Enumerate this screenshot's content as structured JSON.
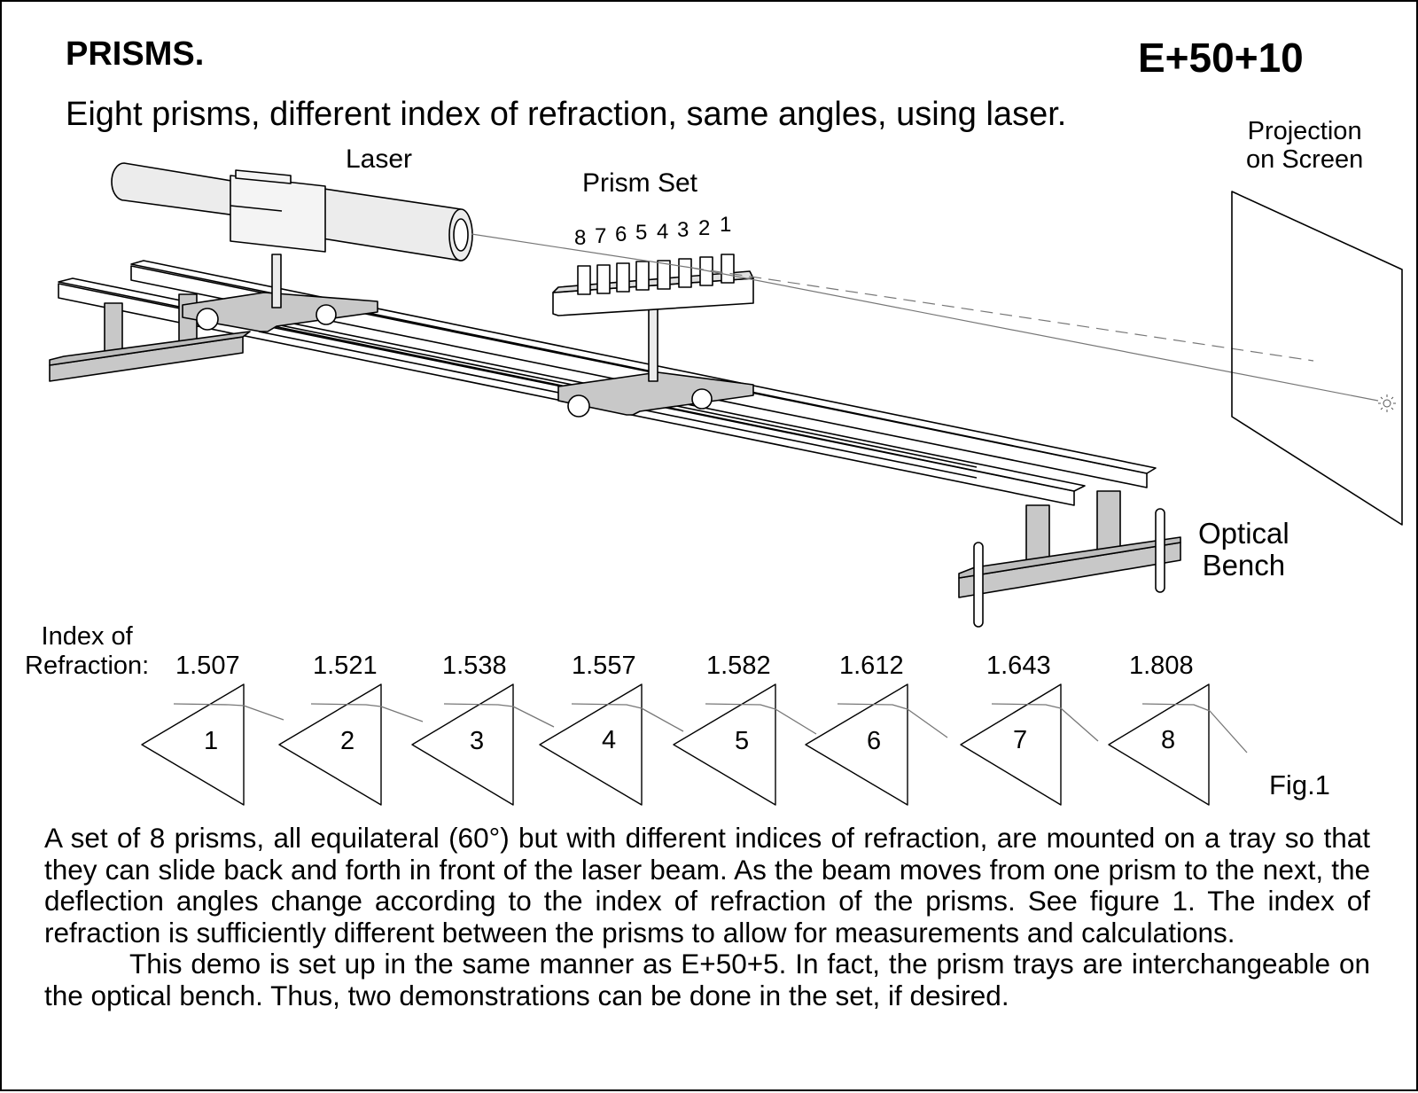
{
  "header": {
    "title": "PRISMS.",
    "code": "E+50+10",
    "subtitle": "Eight prisms, different index of refraction, same angles, using laser."
  },
  "labels": {
    "laser": "Laser",
    "prism_set": "Prism Set",
    "projection_line1": "Projection",
    "projection_line2": "on Screen",
    "bench_line1": "Optical",
    "bench_line2": "Bench",
    "index_line1": "Index of",
    "index_line2": "Refraction:",
    "figure": "Fig.1"
  },
  "prism_tray_numbers": [
    "8",
    "7",
    "6",
    "5",
    "4",
    "3",
    "2",
    "1"
  ],
  "prisms": [
    {
      "number": "1",
      "index": "1.507"
    },
    {
      "number": "2",
      "index": "1.521"
    },
    {
      "number": "3",
      "index": "1.538"
    },
    {
      "number": "4",
      "index": "1.557"
    },
    {
      "number": "5",
      "index": "1.582"
    },
    {
      "number": "6",
      "index": "1.612"
    },
    {
      "number": "7",
      "index": "1.643"
    },
    {
      "number": "8",
      "index": "1.808"
    }
  ],
  "description": {
    "paragraph1": "A set of 8 prisms, all equilateral (60°) but with different indices of refraction, are mounted on a tray so that they can slide back and forth in front of the laser beam. As the beam moves from one prism to the next, the deflection angles change according to the index of refraction of the prisms. See figure 1. The index of refraction is sufficiently different between the prisms to allow for measurements and calculations.",
    "paragraph2": "This demo is set up in the same manner as E+50+5. In fact, the prism trays are interchangeable on the optical bench. Thus, two demonstrations can be done in the set, if desired."
  },
  "colors": {
    "ink": "#000000",
    "metal_gray": "#c8c8c8",
    "light_gray": "#ececec",
    "beam_gray": "#777777"
  }
}
